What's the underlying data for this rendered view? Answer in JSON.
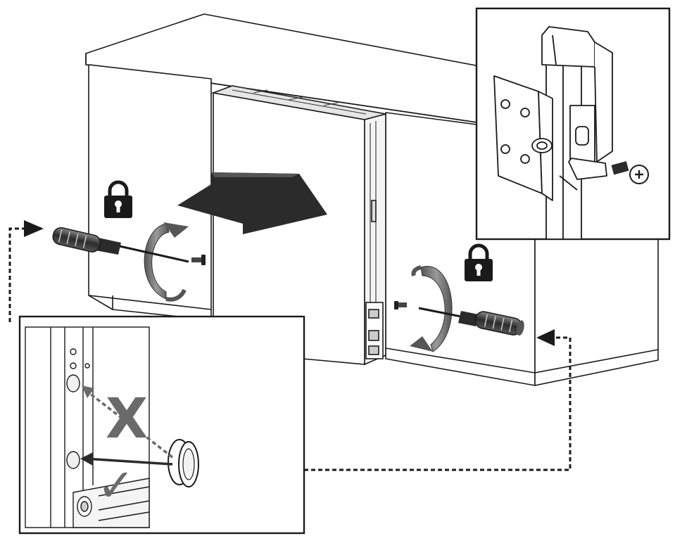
{
  "figure": {
    "marks": {
      "wrong_mark": "X",
      "right_mark": "✓"
    },
    "icons": [
      "padlock-icon",
      "screwdriver-icon",
      "screw-icon",
      "insertion-arrow-icon",
      "rotation-arrow-icon",
      "hinge-bracket",
      "cover-cap"
    ],
    "colors": {
      "line": "#1a1a1a",
      "arrow_fill": "#2b2b2b",
      "rotation_fill": "#6f6f6f",
      "handle": "#3a3a3a",
      "background": "#ffffff"
    }
  }
}
